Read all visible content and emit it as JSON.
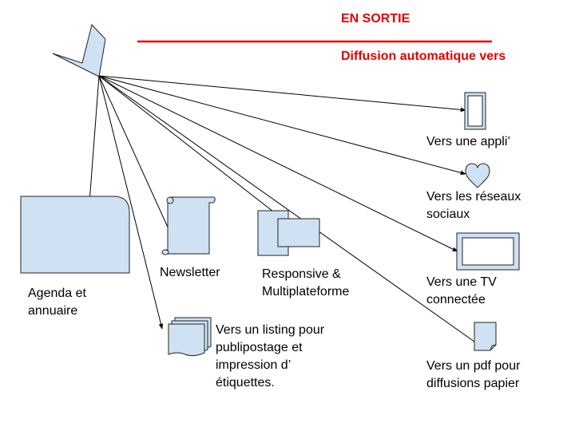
{
  "header": {
    "title": "EN SORTIE",
    "subtitle": "Diffusion automatique vers",
    "accent_color": "#e60000"
  },
  "colors": {
    "shape_fill": "#cfe2f3",
    "stroke": "#000000"
  },
  "source": {
    "icon": "check-arrow-icon"
  },
  "outputs": {
    "agenda": {
      "icon": "document-icon",
      "label_1": "Agenda et",
      "label_2": "annuaire"
    },
    "newsletter": {
      "icon": "scroll-icon",
      "label_1": "Newsletter"
    },
    "responsive": {
      "icon": "stacked-windows-icon",
      "label_1": "Responsive &",
      "label_2": "Multiplateforme"
    },
    "listing": {
      "icon": "multi-document-icon",
      "label_1": "Vers un listing pour",
      "label_2": "publipostage et",
      "label_3": "impression d’",
      "label_4": "étiquettes."
    },
    "appli": {
      "icon": "phone-icon",
      "label_1": "Vers une appli’"
    },
    "social": {
      "icon": "heart-icon",
      "label_1": "Vers les réseaux",
      "label_2": "sociaux"
    },
    "tv": {
      "icon": "tv-icon",
      "label_1": "Vers une TV",
      "label_2": "connectée"
    },
    "pdf": {
      "icon": "pdf-page-icon",
      "label_1": "Vers un pdf pour",
      "label_2": "diffusions papier"
    }
  }
}
